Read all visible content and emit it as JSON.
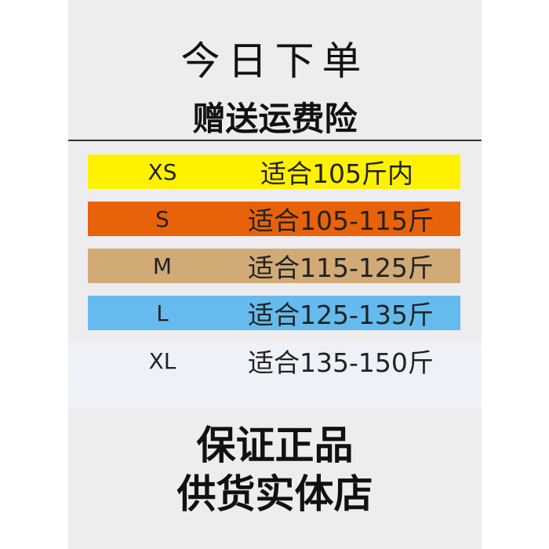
{
  "header": {
    "title": "今日下单",
    "subtitle": "赠送运费险"
  },
  "size_chart": [
    {
      "size": "XS",
      "range": "适合105斤内",
      "color": "#fff200"
    },
    {
      "size": "S",
      "range": "适合105-115斤",
      "color": "#e8620a"
    },
    {
      "size": "M",
      "range": "适合115-125斤",
      "color": "#d1aa76"
    },
    {
      "size": "L",
      "range": "适合125-135斤",
      "color": "#66bbee"
    },
    {
      "size": "XL",
      "range": "适合135-150斤",
      "color": ""
    }
  ],
  "footer": {
    "line1": "保证正品",
    "line2": "供货实体店"
  }
}
